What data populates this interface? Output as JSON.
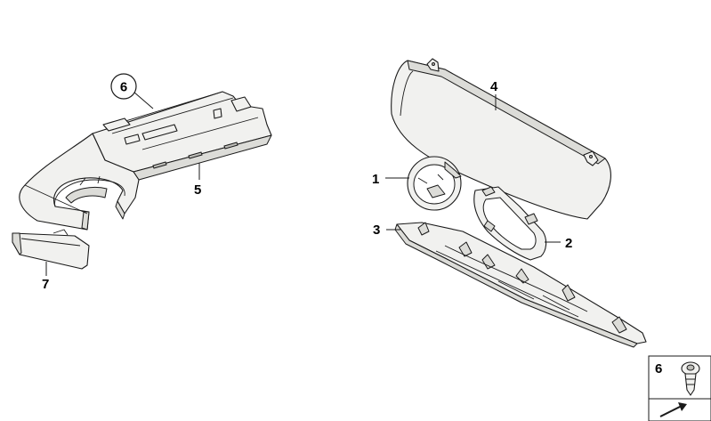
{
  "callouts": {
    "c1": "1",
    "c2": "2",
    "c3": "3",
    "c4": "4",
    "c5": "5",
    "c6": "6",
    "c7": "7",
    "inset": "6"
  },
  "icons": {
    "inset_part": "clip-screw-icon",
    "inset_tool": "arrow-icon"
  }
}
